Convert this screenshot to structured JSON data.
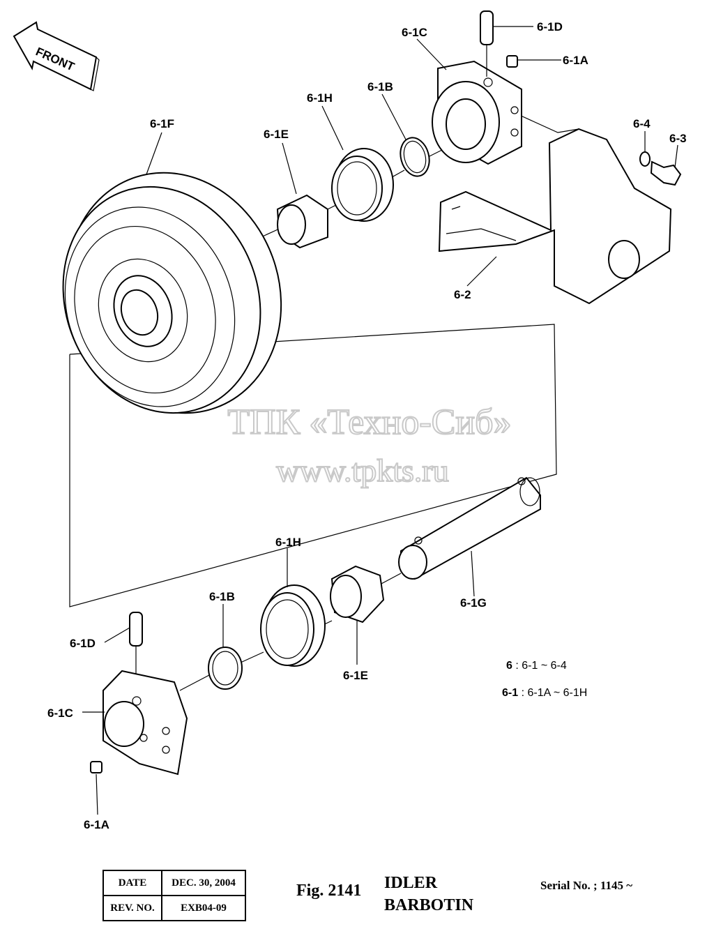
{
  "direction_marker": "FRONT",
  "callouts": {
    "c1": "6-1D",
    "c2": "6-1C",
    "c3": "6-1A",
    "c4": "6-1B",
    "c5": "6-1H",
    "c6": "6-1F",
    "c7": "6-1E",
    "c8": "6-4",
    "c9": "6-3",
    "c10": "6-2",
    "c11": "6-1H",
    "c12": "6-1B",
    "c13": "6-1D",
    "c14": "6-1G",
    "c15": "6-1C",
    "c16": "6-1E",
    "c17": "6-1A"
  },
  "watermark": {
    "line1": "ТПК «Техно-Сиб»",
    "line2": "www.tpkts.ru"
  },
  "legend": {
    "row1_key": "6",
    "row1_value": ": 6-1 ~ 6-4",
    "row2_key": "6-1",
    "row2_value": ": 6-1A ~ 6-1H"
  },
  "title_block": {
    "date_label": "DATE",
    "date_value": "DEC. 30, 2004",
    "rev_label": "REV. NO.",
    "rev_value": "EXB04-09"
  },
  "figure_number": "Fig. 2141",
  "figure_title_line1": "IDLER",
  "figure_title_line2": "BARBOTIN",
  "serial": "Serial No. ; 1145 ~"
}
